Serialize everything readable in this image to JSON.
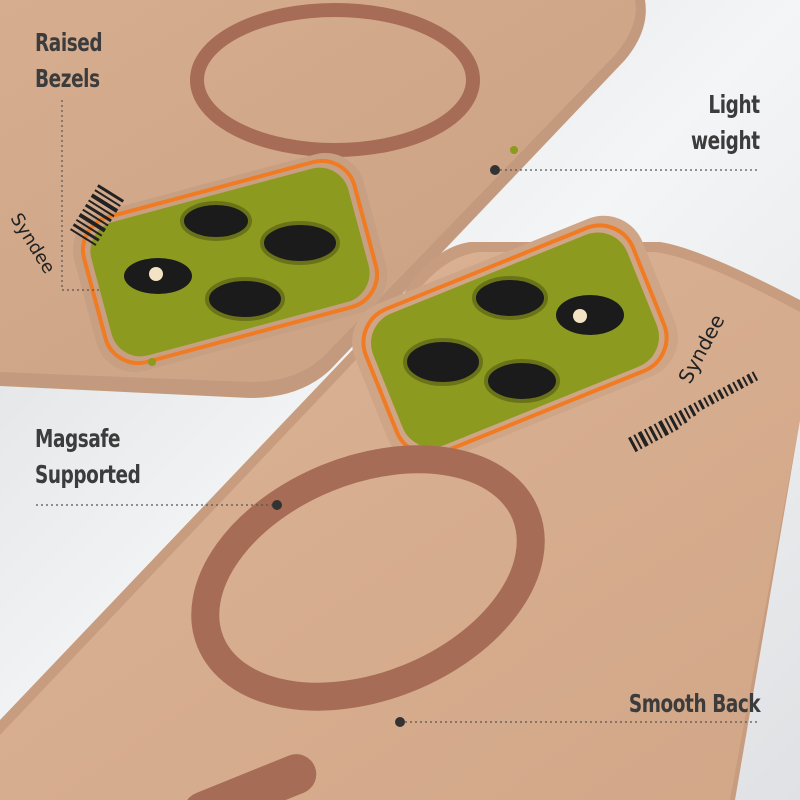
{
  "colors": {
    "background": "#e8e9eb",
    "case": "#d6ab8d",
    "ring": "#a66c55",
    "camera_plate": "#8c9a1f",
    "bezel_accent": "#f07b22",
    "lens": "#1b1b1b",
    "text": "#3c3c3c"
  },
  "brand": "Syndee",
  "callouts": [
    {
      "id": "raised-bezels",
      "lines": [
        "Raised",
        "Bezels"
      ]
    },
    {
      "id": "light-weight",
      "lines": [
        "Light",
        "weight"
      ]
    },
    {
      "id": "magsafe-supported",
      "lines": [
        "Magsafe",
        "Supported"
      ]
    },
    {
      "id": "smooth-back",
      "lines": [
        "Smooth Back"
      ]
    }
  ]
}
